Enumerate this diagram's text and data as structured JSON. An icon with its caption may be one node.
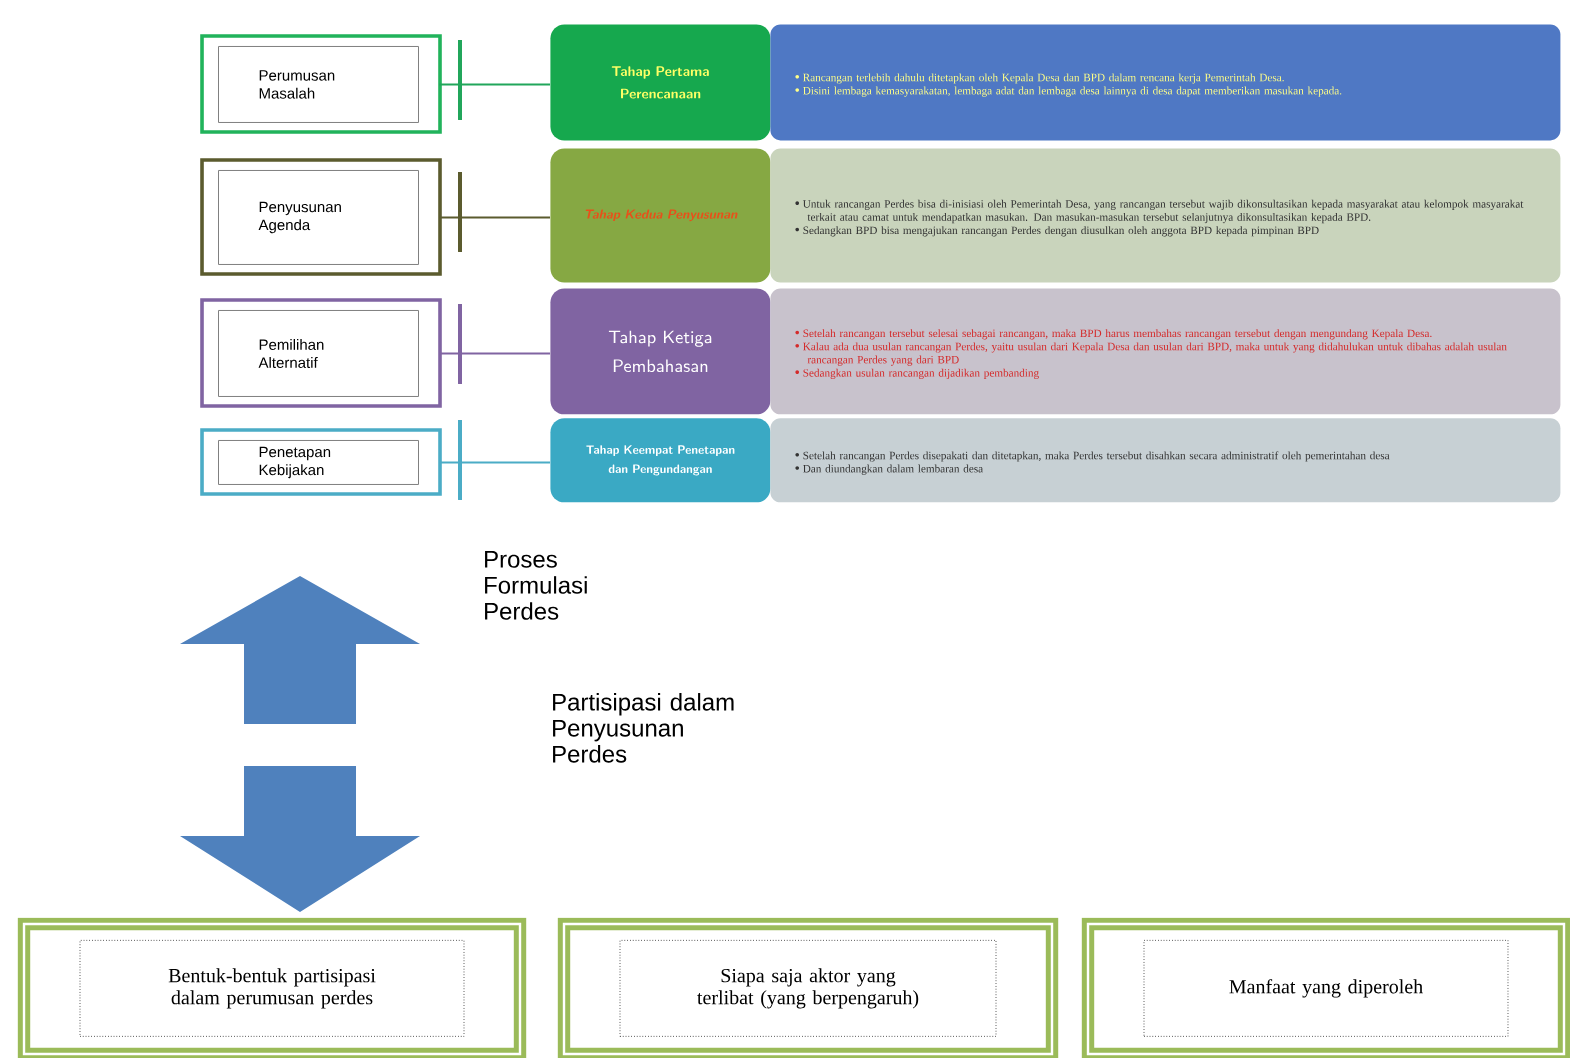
{
  "diagram": {
    "nodes": [
      {
        "text": [
          "Perumusan Masalah"
        ]
      },
      {
        "text": [
          "Tahap Pertama Perencanaan"
        ]
      },
      {
        "text": [
          "Rancangan terlebih dahulu ditetapkan oleh Kepala Desa dan BPD dalam rencana kerja Pemerintah Desa.",
          "Disini lembaga kemasyarakatan, lembaga adat dan lembaga desa lainnya di desa dapat memberikan masukan kepada."
        ]
      },
      {
        "text": [
          "Penyusunan Agenda"
        ]
      },
      {
        "text": [
          "Tahap Kedua Penyusunan"
        ]
      },
      {
        "text": [
          "Untuk rancangan Perdes bisa di-inisiasi oleh Pemerintah Desa, yang rancangan tersebut wajib dikonsultasikan kepada masyarakat atau kelompok masyarakat terkait atau camat untuk mendapatkan masukan. Dan masukan-masukan tersebut selanjutnya dikonsultasikan kepada BPD.",
          "Sedangkan BPD bisa mengajukan rancangan Perdes dengan diusulkan oleh anggota BPD kepada pimpinan BPD"
        ]
      },
      {
        "text": [
          "Pemilihan Alternatif"
        ]
      },
      {
        "text": [
          "Tahap Ketiga Pembahasan"
        ]
      },
      {
        "text": [
          "Setelah rancangan tersebut selesai sebagai rancangan, maka BPD harus membahas rancangan tersebut dengan mengundang Kepala Desa.",
          "Kalau ada dua usulan rancangan Perdes, yaitu usulan dari Kepala Desa dan usulan dari BPD, maka untuk yang didahulukan untuk dibahas adalah usulan rancangan Perdes yang dari BPD",
          "Sedangkan usulan rancangan dijadikan pembanding"
        ]
      },
      {
        "text": [
          "Penetapan Kebijakan"
        ]
      },
      {
        "text": [
          "Tahap Keempat Penetapan dan Pengundangan"
        ]
      },
      {
        "text": [
          "Setelah rancangan Perdes disepakati dan ditetapkan, maka Perdes tersebut disahkan secara administratif oleh pemerintahan desa",
          "Dan diundangkan dalam lembaran desa"
        ]
      },
      {
        "text": [
          "Bentuk-bentuk partisipasi dalam perumusan perdes"
        ]
      },
      {
        "text": [
          "Siapa saja aktor yang terlibat (yang berpengaruh)"
        ]
      },
      {
        "text": [
          "Manfaat yang diperoleh"
        ]
      }
    ],
    "edges": [
      {
        "from": 0,
        "to": 1,
        "arrow": "none",
        "color": "#21a65b"
      },
      {
        "from": 3,
        "to": 4,
        "arrow": "none",
        "color": "#5b5b2e"
      },
      {
        "from": 6,
        "to": 7,
        "arrow": "none",
        "color": "#8064a2"
      },
      {
        "from": 9,
        "to": 10,
        "arrow": "none",
        "color": "#4bacc6"
      }
    ],
    "labels": [
      "Proses Formulasi Perdes",
      "Partisipasi dalam Penyusunan Perdes"
    ]
  }
}
